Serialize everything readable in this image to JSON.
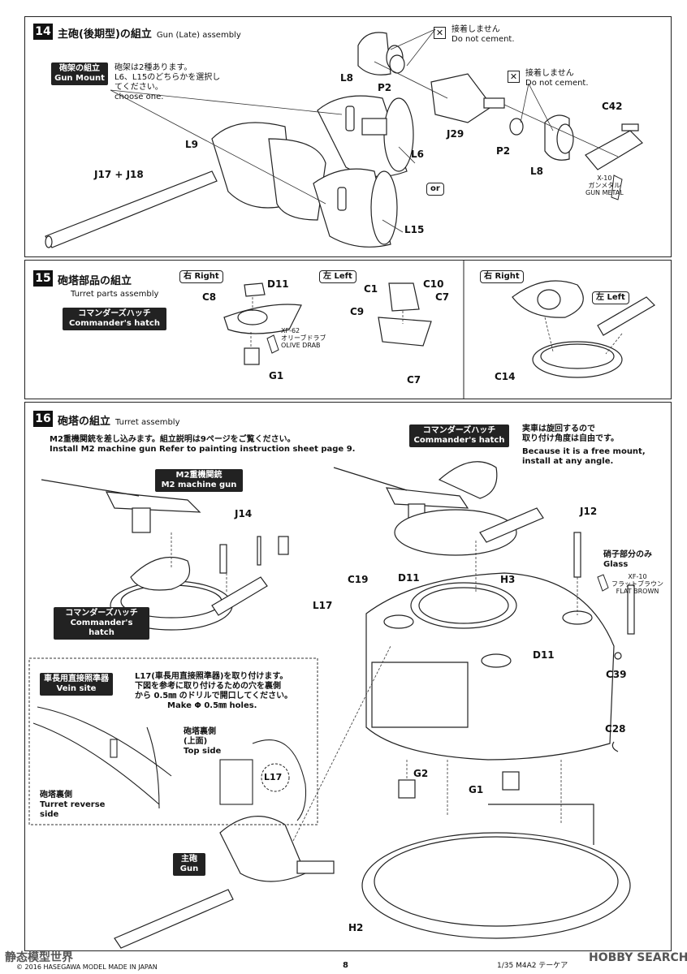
{
  "step14": {
    "num": "14",
    "title_jp": "主砲(後期型)の組立",
    "title_en": "Gun (Late) assembly",
    "gun_mount_jp": "砲架の組立",
    "gun_mount_en": "Gun Mount",
    "note_jp1": "砲架は2種あります。",
    "note_jp2": "L6、L15のどちらかを選択し",
    "note_jp3": "てください。",
    "note_en": "choose one.",
    "nocement1_jp": "接着しません",
    "nocement1_en": "Do not cement.",
    "nocement2_jp": "接着しません",
    "nocement2_en": "Do not cement.",
    "parts": {
      "L8a": "L8",
      "P2a": "P2",
      "L9": "L9",
      "J17J18": "J17 + J18",
      "L6": "L6",
      "or": "or",
      "L15": "L15",
      "J29": "J29",
      "P2b": "P2",
      "L8b": "L8",
      "C42": "C42"
    },
    "paint_x10_code": "X-10",
    "paint_x10_jp": "ガンメタル",
    "paint_x10_en": "GUN METAL"
  },
  "step15": {
    "num": "15",
    "title_jp": "砲塔部品の組立",
    "title_en": "Turret parts assembly",
    "hatch_jp": "コマンダーズハッチ",
    "hatch_en": "Commander's hatch",
    "right1": "右 Right",
    "left1": "左 Left",
    "right2": "右 Right",
    "left2": "左 Left",
    "parts": {
      "D11": "D11",
      "C8": "C8",
      "G1": "G1",
      "C1": "C1",
      "C10": "C10",
      "C9": "C9",
      "C7a": "C7",
      "C7b": "C7",
      "C14": "C14"
    },
    "paint_xf62_code": "XF-62",
    "paint_xf62_jp": "オリーブドラブ",
    "paint_xf62_en": "OLIVE DRAB"
  },
  "step16": {
    "num": "16",
    "title_jp": "砲塔の組立",
    "title_en": "Turret assembly",
    "instr_jp": "M2重機関銃を差し込みます。組立説明は9ページをご覧ください。",
    "instr_en": "Install M2 machine gun Refer to painting instruction sheet page 9.",
    "mg_jp": "M2重機関銃",
    "mg_en": "M2 machine gun",
    "hatch_jp": "コマンダーズハッチ",
    "hatch_en": "Commander's hatch",
    "hatch2_jp": "コマンダーズハッチ",
    "hatch2_en": "Commander's hatch",
    "mount_jp1": "実車は旋回するので",
    "mount_jp2": "取り付け角度は自由です。",
    "mount_en1": "Because it is a free mount,",
    "mount_en2": "install at any angle.",
    "glass_jp": "硝子部分のみ",
    "glass_en": "Glass",
    "paint_xf10_code": "XF-10",
    "paint_xf10_jp": "フラットブラウン",
    "paint_xf10_en": "FLAT BROWN",
    "gun_jp": "主砲",
    "gun_en": "Gun",
    "parts": {
      "J14": "J14",
      "J12": "J12",
      "C19": "C19",
      "D11a": "D11",
      "H3": "H3",
      "L17": "L17",
      "D11b": "D11",
      "C39": "C39",
      "C28": "C28",
      "G2": "G2",
      "G1": "G1",
      "H2": "H2"
    },
    "vein": {
      "title_jp": "車長用直接照準器",
      "title_en": "Vein site",
      "text_jp1": "L17(車長用直接照準器)を取り付けます。",
      "text_jp2": "下図を参考に取り付けるための穴を裏側",
      "text_jp3": "から 0.5㎜ のドリルで開口してください。",
      "text_en": "Make Φ 0.5㎜ holes.",
      "top_jp1": "砲塔裏側",
      "top_jp2": "(上面)",
      "top_en": "Top side",
      "rev_jp": "砲塔裏側",
      "rev_en1": "Turret reverse",
      "rev_en2": "side",
      "l17": "L17"
    }
  },
  "footer": {
    "copyright": "© 2016 HASEGAWA MODEL MADE IN JAPAN",
    "page": "8",
    "product": "1/35 M4A2 テーケア",
    "watermark": "HOBBY SEARCH",
    "watermark_left": "静态模型世界"
  }
}
